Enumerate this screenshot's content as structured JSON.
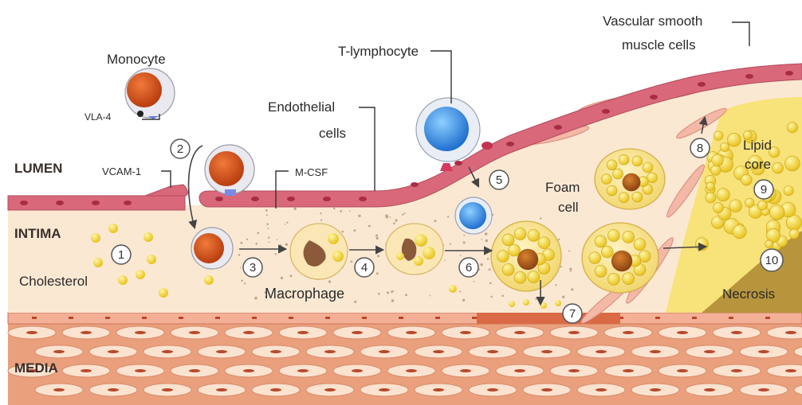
{
  "regions": {
    "lumen": "LUMEN",
    "intima": "INTIMA",
    "media": "MEDIA"
  },
  "labels": {
    "monocyte": "Monocyte",
    "vla4": "VLA-4",
    "vcam1": "VCAM-1",
    "endothelial_line1": "Endothelial",
    "endothelial_line2": "cells",
    "t_lymphocyte": "T-lymphocyte",
    "vsmc_line1": "Vascular smooth",
    "vsmc_line2": "muscle cells",
    "mcsf": "M-CSF",
    "cholesterol": "Cholesterol",
    "macrophage": "Macrophage",
    "foam_line1": "Foam",
    "foam_line2": "cell",
    "lipid_line1": "Lipid",
    "lipid_line2": "core",
    "necrosis": "Necrosis"
  },
  "steps": [
    "1",
    "2",
    "3",
    "4",
    "5",
    "6",
    "7",
    "8",
    "9",
    "10"
  ],
  "colors": {
    "lumen": "#ffffff",
    "intima": "#fbe8d3",
    "endothelium": "#d9687a",
    "media": "#eaa07d",
    "media_cell": "#fbe3d0",
    "lipid": "#f4d93b",
    "necrosis": "#b8953c",
    "nucleus": "#d7521d",
    "tcell": "#3a8ee6"
  }
}
